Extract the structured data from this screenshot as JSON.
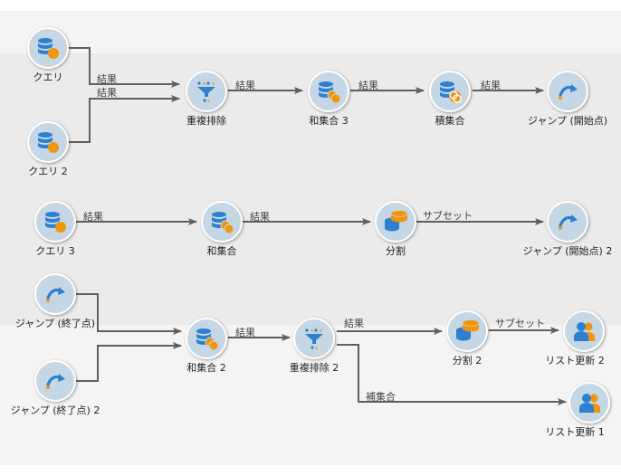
{
  "colors": {
    "node_fill": "#c5d7e5",
    "icon_blue": "#2d7fd0",
    "icon_orange": "#f0950c",
    "link": "#5f5f5f"
  },
  "nodes": {
    "query1": {
      "label": "クエリ",
      "icon": "query-icon"
    },
    "query2": {
      "label": "クエリ 2",
      "icon": "query-icon"
    },
    "dedup1": {
      "label": "重複排除",
      "icon": "dedup-funnel-icon"
    },
    "union3": {
      "label": "和集合 3",
      "icon": "union-icon"
    },
    "intersect": {
      "label": "積集合",
      "icon": "intersection-icon"
    },
    "jump_start1": {
      "label": "ジャンプ (開始点)",
      "icon": "jump-icon"
    },
    "query3": {
      "label": "クエリ 3",
      "icon": "query-icon"
    },
    "union1": {
      "label": "和集合",
      "icon": "union-icon"
    },
    "split1": {
      "label": "分割",
      "icon": "split-icon"
    },
    "jump_start2": {
      "label": "ジャンプ (開始点) 2",
      "icon": "jump-icon"
    },
    "jump_end1": {
      "label": "ジャンプ (終了点)",
      "icon": "jump-icon"
    },
    "jump_end2": {
      "label": "ジャンプ (終了点) 2",
      "icon": "jump-icon"
    },
    "union2": {
      "label": "和集合 2",
      "icon": "union-icon"
    },
    "dedup2": {
      "label": "重複排除 2",
      "icon": "dedup-funnel-icon"
    },
    "split2": {
      "label": "分割 2",
      "icon": "split-icon"
    },
    "list_update2": {
      "label": "リスト更新 2",
      "icon": "list-update-icon"
    },
    "list_update1": {
      "label": "リスト更新 1",
      "icon": "list-update-icon"
    }
  },
  "edges": [
    {
      "from": "query1",
      "to": "dedup1",
      "label": "結果"
    },
    {
      "from": "query2",
      "to": "dedup1",
      "label": "結果"
    },
    {
      "from": "dedup1",
      "to": "union3",
      "label": "結果"
    },
    {
      "from": "union3",
      "to": "intersect",
      "label": "結果"
    },
    {
      "from": "intersect",
      "to": "jump_start1",
      "label": "結果"
    },
    {
      "from": "query3",
      "to": "union1",
      "label": "結果"
    },
    {
      "from": "union1",
      "to": "split1",
      "label": "結果"
    },
    {
      "from": "split1",
      "to": "jump_start2",
      "label": "サブセット"
    },
    {
      "from": "jump_end1",
      "to": "union2",
      "label": ""
    },
    {
      "from": "jump_end2",
      "to": "union2",
      "label": ""
    },
    {
      "from": "union2",
      "to": "dedup2",
      "label": "結果"
    },
    {
      "from": "dedup2",
      "to": "split2",
      "label": "結果"
    },
    {
      "from": "split2",
      "to": "list_update2",
      "label": "サブセット"
    },
    {
      "from": "dedup2",
      "to": "list_update1",
      "label": "補集合"
    }
  ]
}
